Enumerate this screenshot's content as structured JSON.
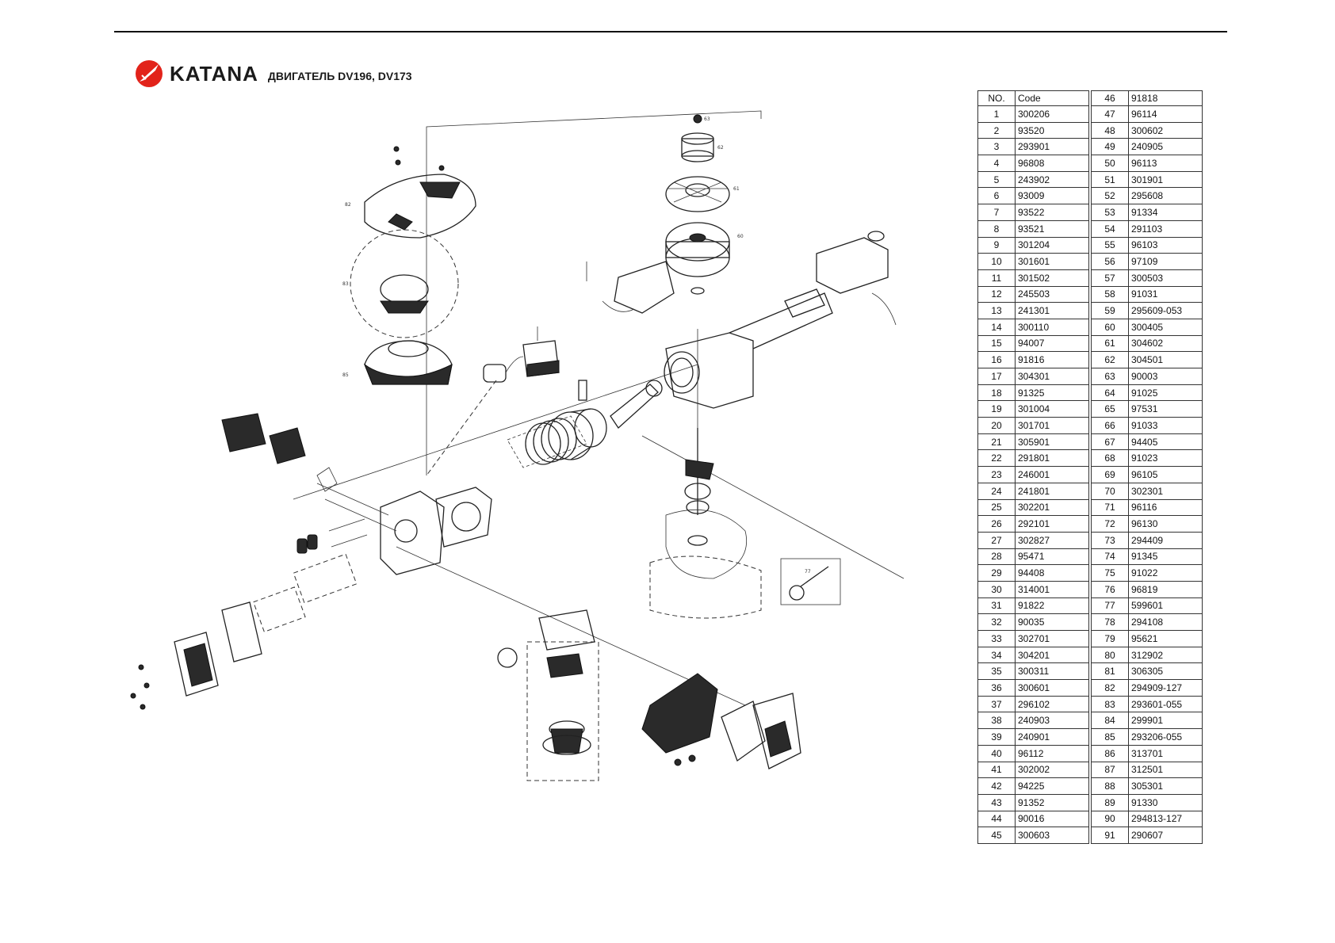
{
  "header": {
    "brand": "KATANA",
    "subtitle": "ДВИГАТЕЛЬ DV196, DV173",
    "logo_color": "#e2231a"
  },
  "table": {
    "col_no": "NO.",
    "col_code": "Code",
    "rows_left": [
      {
        "no": "1",
        "code": "300206"
      },
      {
        "no": "2",
        "code": "93520"
      },
      {
        "no": "3",
        "code": "293901"
      },
      {
        "no": "4",
        "code": "96808"
      },
      {
        "no": "5",
        "code": "243902"
      },
      {
        "no": "6",
        "code": "93009"
      },
      {
        "no": "7",
        "code": "93522"
      },
      {
        "no": "8",
        "code": "93521"
      },
      {
        "no": "9",
        "code": "301204"
      },
      {
        "no": "10",
        "code": "301601"
      },
      {
        "no": "11",
        "code": "301502"
      },
      {
        "no": "12",
        "code": "245503"
      },
      {
        "no": "13",
        "code": "241301"
      },
      {
        "no": "14",
        "code": "300110"
      },
      {
        "no": "15",
        "code": "94007"
      },
      {
        "no": "16",
        "code": "91816"
      },
      {
        "no": "17",
        "code": "304301"
      },
      {
        "no": "18",
        "code": "91325"
      },
      {
        "no": "19",
        "code": "301004"
      },
      {
        "no": "20",
        "code": "301701"
      },
      {
        "no": "21",
        "code": "305901"
      },
      {
        "no": "22",
        "code": "291801"
      },
      {
        "no": "23",
        "code": "246001"
      },
      {
        "no": "24",
        "code": "241801"
      },
      {
        "no": "25",
        "code": "302201"
      },
      {
        "no": "26",
        "code": "292101"
      },
      {
        "no": "27",
        "code": "302827"
      },
      {
        "no": "28",
        "code": "95471"
      },
      {
        "no": "29",
        "code": "94408"
      },
      {
        "no": "30",
        "code": "314001"
      },
      {
        "no": "31",
        "code": "91822"
      },
      {
        "no": "32",
        "code": "90035"
      },
      {
        "no": "33",
        "code": "302701"
      },
      {
        "no": "34",
        "code": "304201"
      },
      {
        "no": "35",
        "code": "300311"
      },
      {
        "no": "36",
        "code": "300601"
      },
      {
        "no": "37",
        "code": "296102"
      },
      {
        "no": "38",
        "code": "240903"
      },
      {
        "no": "39",
        "code": "240901"
      },
      {
        "no": "40",
        "code": "96112"
      },
      {
        "no": "41",
        "code": "302002"
      },
      {
        "no": "42",
        "code": "94225"
      },
      {
        "no": "43",
        "code": "91352"
      },
      {
        "no": "44",
        "code": "90016"
      },
      {
        "no": "45",
        "code": "300603"
      }
    ],
    "rows_right": [
      {
        "no": "46",
        "code": "91818"
      },
      {
        "no": "47",
        "code": "96114"
      },
      {
        "no": "48",
        "code": "300602"
      },
      {
        "no": "49",
        "code": "240905"
      },
      {
        "no": "50",
        "code": "96113"
      },
      {
        "no": "51",
        "code": "301901"
      },
      {
        "no": "52",
        "code": "295608"
      },
      {
        "no": "53",
        "code": "91334"
      },
      {
        "no": "54",
        "code": "291103"
      },
      {
        "no": "55",
        "code": "96103"
      },
      {
        "no": "56",
        "code": "97109"
      },
      {
        "no": "57",
        "code": "300503"
      },
      {
        "no": "58",
        "code": "91031"
      },
      {
        "no": "59",
        "code": "295609-053"
      },
      {
        "no": "60",
        "code": "300405"
      },
      {
        "no": "61",
        "code": "304602"
      },
      {
        "no": "62",
        "code": "304501"
      },
      {
        "no": "63",
        "code": "90003"
      },
      {
        "no": "64",
        "code": "91025"
      },
      {
        "no": "65",
        "code": "97531"
      },
      {
        "no": "66",
        "code": "91033"
      },
      {
        "no": "67",
        "code": "94405"
      },
      {
        "no": "68",
        "code": "91023"
      },
      {
        "no": "69",
        "code": "96105"
      },
      {
        "no": "70",
        "code": "302301"
      },
      {
        "no": "71",
        "code": "96116"
      },
      {
        "no": "72",
        "code": "96130"
      },
      {
        "no": "73",
        "code": "294409"
      },
      {
        "no": "74",
        "code": "91345"
      },
      {
        "no": "75",
        "code": "91022"
      },
      {
        "no": "76",
        "code": "96819"
      },
      {
        "no": "77",
        "code": "599601"
      },
      {
        "no": "78",
        "code": "294108"
      },
      {
        "no": "79",
        "code": "95621"
      },
      {
        "no": "80",
        "code": "312902"
      },
      {
        "no": "81",
        "code": "306305"
      },
      {
        "no": "82",
        "code": "294909-127"
      },
      {
        "no": "83",
        "code": "293601-055"
      },
      {
        "no": "84",
        "code": "299901"
      },
      {
        "no": "85",
        "code": "293206-055"
      },
      {
        "no": "86",
        "code": "313701"
      },
      {
        "no": "87",
        "code": "312501"
      },
      {
        "no": "88",
        "code": "305301"
      },
      {
        "no": "89",
        "code": "91330"
      },
      {
        "no": "90",
        "code": "294813-127"
      },
      {
        "no": "91",
        "code": "290607"
      }
    ]
  }
}
